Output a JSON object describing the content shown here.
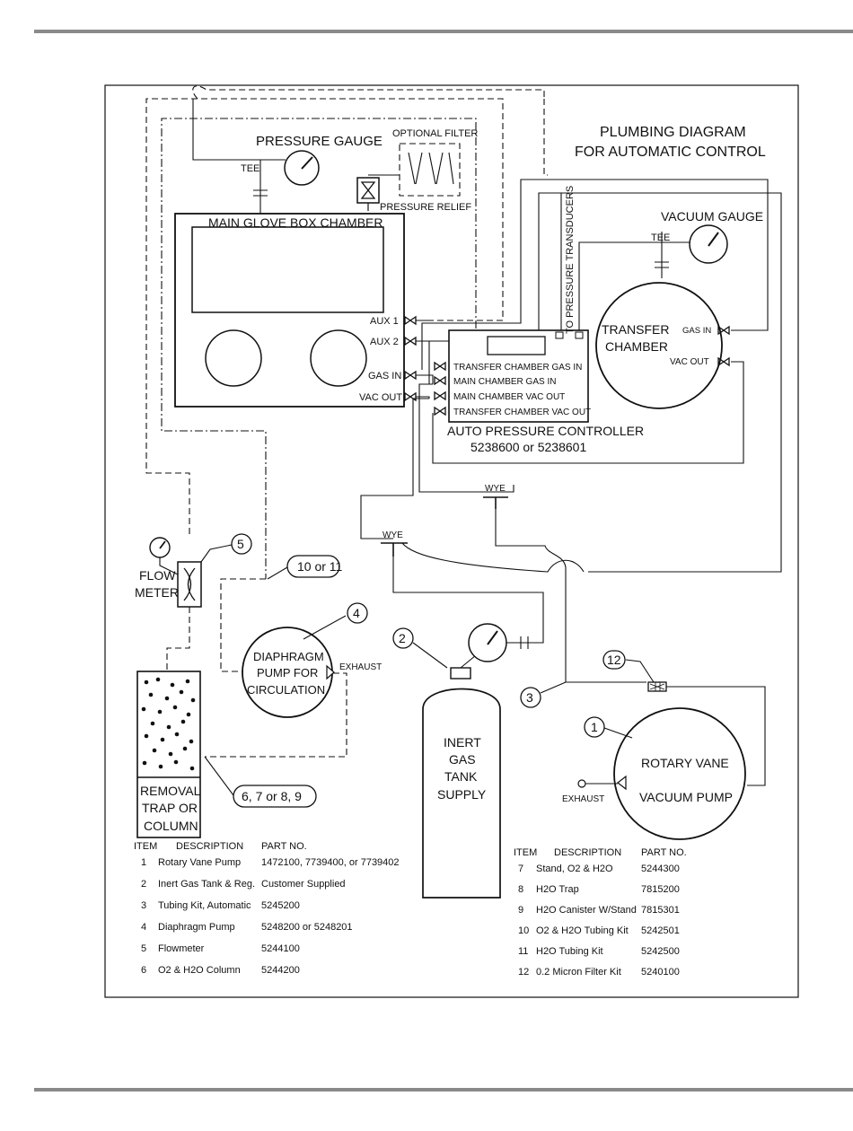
{
  "diagram": {
    "title_line1": "PLUMBING DIAGRAM",
    "title_line2": "FOR AUTOMATIC CONTROL",
    "pressure_gauge": "PRESSURE GAUGE",
    "tee_left": "TEE",
    "optional_filter": "OPTIONAL FILTER",
    "pressure_relief": "PRESSURE RELIEF",
    "main_chamber": "MAIN GLOVE BOX CHAMBER",
    "ports_main": [
      "AUX 1",
      "AUX 2",
      "GAS IN",
      "VAC OUT"
    ],
    "to_transducers": "TO PRESSURE TRANSDUCERS",
    "vacuum_gauge": "VACUUM GAUGE",
    "tee_right": "TEE",
    "transfer_chamber_l1": "TRANSFER",
    "transfer_chamber_l2": "CHAMBER",
    "transfer_gas_in": "GAS IN",
    "transfer_vac_out": "VAC OUT",
    "controller_ports": [
      "TRANSFER CHAMBER GAS IN",
      "MAIN CHAMBER GAS IN",
      "MAIN CHAMBER VAC OUT",
      "TRANSFER CHAMBER VAC OUT"
    ],
    "controller_name": "AUTO PRESSURE CONTROLLER",
    "controller_parts": "5238600 or 5238601",
    "wye_upper": "WYE",
    "wye_lower": "WYE",
    "flow_meter_l1": "FLOW",
    "flow_meter_l2": "METER",
    "callout_5": "5",
    "callout_10_11": "10 or 11",
    "callout_4": "4",
    "diaphragm_l1": "DIAPHRAGM",
    "diaphragm_l2": "PUMP FOR",
    "diaphragm_l3": "CIRCULATION",
    "exhaust_diaphragm": "EXHAUST",
    "callout_2": "2",
    "tank_l1": "INERT",
    "tank_l2": "GAS",
    "tank_l3": "TANK",
    "tank_l4": "SUPPLY",
    "callout_12": "12",
    "callout_3": "3",
    "callout_1": "1",
    "rotary_l1": "ROTARY VANE",
    "rotary_l2": "VACUUM PUMP",
    "exhaust_rotary": "EXHAUST",
    "removal_l1": "REMOVAL",
    "removal_l2": "TRAP OR",
    "removal_l3": "COLUMN",
    "callout_6789": "6, 7 or 8, 9"
  },
  "parts_left": {
    "headers": [
      "ITEM",
      "DESCRIPTION",
      "PART NO."
    ],
    "rows": [
      {
        "item": "1",
        "description": "Rotary Vane Pump",
        "part": "1472100, 7739400, or 7739402"
      },
      {
        "item": "2",
        "description": "Inert Gas Tank & Reg.",
        "part": "Customer Supplied"
      },
      {
        "item": "3",
        "description": "Tubing Kit, Automatic",
        "part": "5245200"
      },
      {
        "item": "4",
        "description": "Diaphragm Pump",
        "part": "5248200 or 5248201"
      },
      {
        "item": "5",
        "description": "Flowmeter",
        "part": "5244100"
      },
      {
        "item": "6",
        "description": "O2 & H2O Column",
        "part": "5244200"
      }
    ]
  },
  "parts_right": {
    "headers": [
      "ITEM",
      "DESCRIPTION",
      "PART NO."
    ],
    "rows": [
      {
        "item": "7",
        "description": "Stand, O2 & H2O",
        "part": "5244300"
      },
      {
        "item": "8",
        "description": "H2O Trap",
        "part": "7815200"
      },
      {
        "item": "9",
        "description": "H2O Canister W/Stand",
        "part": "7815301"
      },
      {
        "item": "10",
        "description": "O2 & H2O Tubing Kit",
        "part": "5242501"
      },
      {
        "item": "11",
        "description": "H2O Tubing Kit",
        "part": "5242500"
      },
      {
        "item": "12",
        "description": "0.2 Micron Filter Kit",
        "part": "5240100"
      }
    ]
  }
}
